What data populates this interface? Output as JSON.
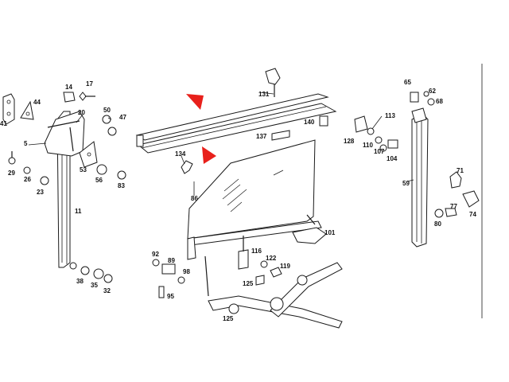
{
  "diagram": {
    "labels": {
      "l14": "14",
      "l17": "17",
      "l20": "20",
      "l50": "50",
      "l47": "47",
      "l44": "44",
      "l41": "41",
      "l5": "5",
      "l29": "29",
      "l26": "26",
      "l23": "23",
      "l53": "53",
      "l56": "56",
      "l83": "83",
      "l11": "11",
      "l38": "38",
      "l35": "35",
      "l32": "32",
      "l131": "131",
      "l140": "140",
      "l137": "137",
      "l134": "134",
      "l86": "86",
      "l101": "101",
      "l92": "92",
      "l89": "89",
      "l98": "98",
      "l95": "95",
      "l116": "116",
      "l122": "122",
      "l119": "119",
      "l125": "125",
      "l125b": "125",
      "l113": "113",
      "l128": "128",
      "l110": "110",
      "l107": "107",
      "l104": "104",
      "l65": "65",
      "l62": "62",
      "l68": "68",
      "l59": "59",
      "l71": "71",
      "l77": "77",
      "l74": "74",
      "l80": "80"
    },
    "markers": {
      "color": "#e8201b"
    },
    "line_color": "#1a1a1a"
  }
}
